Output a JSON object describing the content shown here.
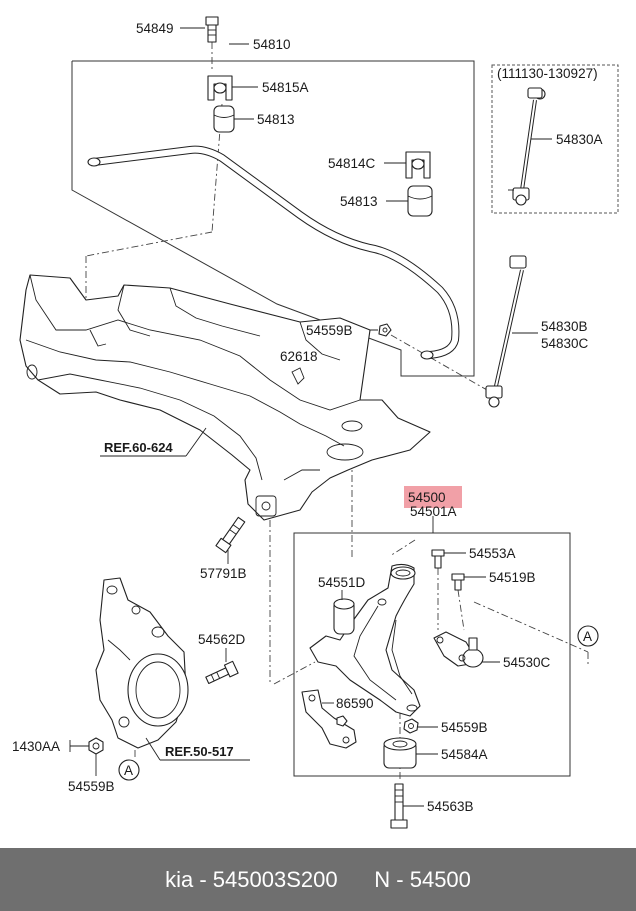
{
  "labels": {
    "p54849": "54849",
    "p54810": "54810",
    "p54815A": "54815A",
    "p54813a": "54813",
    "p54814C": "54814C",
    "p54813b": "54813",
    "p54559B_top": "54559B",
    "p62618": "62618",
    "p54830B": "54830B",
    "p54830C": "54830C",
    "p54830A": "54830A",
    "date_range": "(111130-130927)",
    "p54500": "54500",
    "p54501A": "54501A",
    "p54553A": "54553A",
    "p54519B": "54519B",
    "p54551D": "54551D",
    "p54530C": "54530C",
    "p86590": "86590",
    "p54559B_mid": "54559B",
    "p54584A": "54584A",
    "p54563B": "54563B",
    "p57791B": "57791B",
    "p54562D": "54562D",
    "p1430AA": "1430AA",
    "p54559B_bottom": "54559B",
    "callout_a_right": "A",
    "callout_a_left": "A"
  },
  "refs": {
    "ref_60_624": "REF.60-624",
    "ref_50_517": "REF.50-517"
  },
  "footer": {
    "brand": "kia",
    "part_number": "545003S200",
    "n_label": "N",
    "n_value": "54500"
  },
  "colors": {
    "highlight": "#ef8f98",
    "footer_bg": "#6f6f6f",
    "footer_text": "#ffffff"
  }
}
